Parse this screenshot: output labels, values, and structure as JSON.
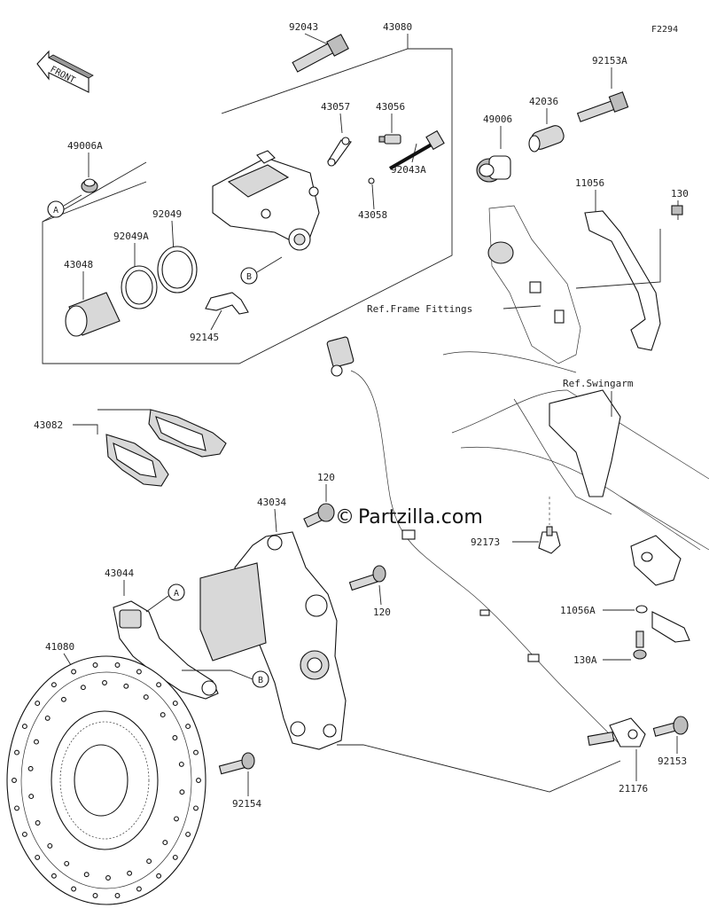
{
  "diagram_code": "F2294",
  "front_label": "FRONT",
  "watermark": "Partzilla.com",
  "watermark_symbol": "©",
  "callouts": {
    "A": "A",
    "B": "B"
  },
  "parts": {
    "p92043": "92043",
    "p43080": "43080",
    "p92153A": "92153A",
    "p49006A": "49006A",
    "p43057": "43057",
    "p43056": "43056",
    "p42036": "42036",
    "p49006": "49006",
    "p92043A": "92043A",
    "p43058": "43058",
    "p92049": "92049",
    "p92049A": "92049A",
    "p43048": "43048",
    "p92145": "92145",
    "p11056": "11056",
    "p130": "130",
    "p43082": "43082",
    "p120a": "120",
    "p43034": "43034",
    "p92173": "92173",
    "p43044": "43044",
    "p120b": "120",
    "p41080": "41080",
    "p11056A": "11056A",
    "p130A": "130A",
    "p92153": "92153",
    "p92154": "92154",
    "p21176": "21176"
  },
  "references": {
    "frame": "Ref.Frame Fittings",
    "swingarm": "Ref.Swingarm"
  }
}
